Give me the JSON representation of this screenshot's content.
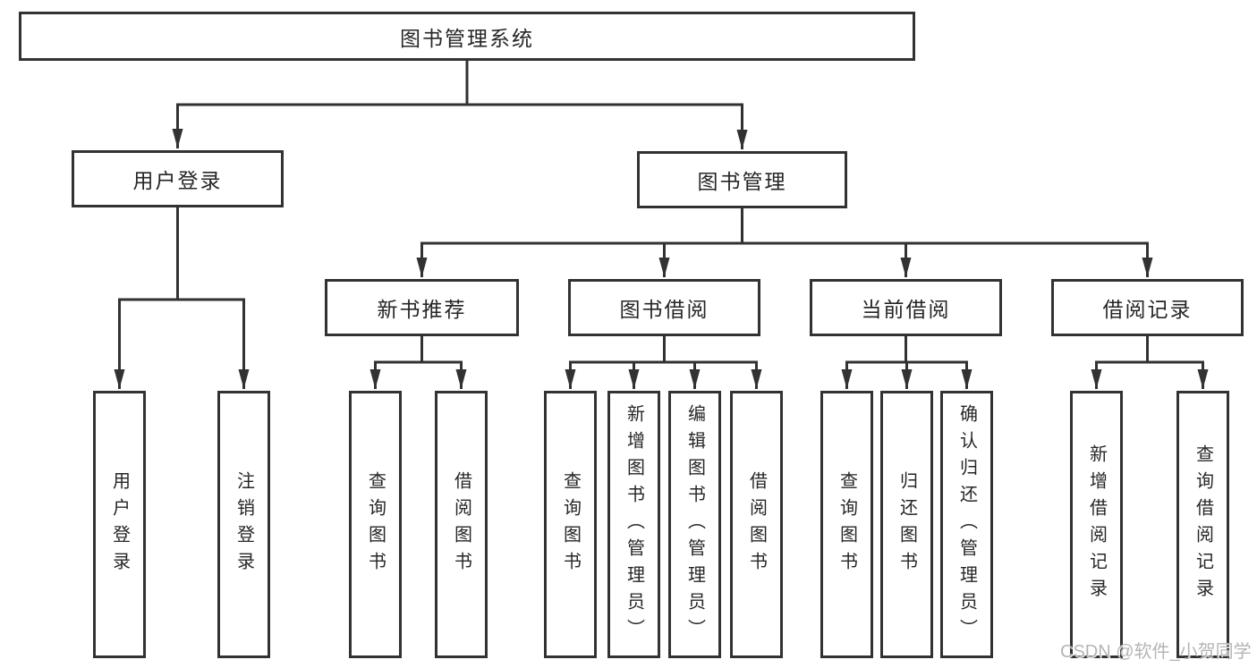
{
  "diagram": {
    "root": {
      "label": "图书管理系统"
    },
    "level2": {
      "user_login": {
        "label": "用户登录"
      },
      "book_management": {
        "label": "图书管理"
      }
    },
    "level3": {
      "new_book_recommend": {
        "label": "新书推荐"
      },
      "book_borrowing": {
        "label": "图书借阅"
      },
      "current_borrowing": {
        "label": "当前借阅"
      },
      "borrow_records": {
        "label": "借阅记录"
      }
    },
    "leaves": {
      "user_login": [
        "用户登录",
        "注销登录"
      ],
      "new_book_recommend": [
        "查询图书",
        "借阅图书"
      ],
      "book_borrowing": [
        "查询图书",
        "新增图书（管理员）",
        "编辑图书（管理员）",
        "借阅图书"
      ],
      "current_borrowing": [
        "查询图书",
        "归还图书",
        "确认归还（管理员）"
      ],
      "borrow_records": [
        "新增借阅记录",
        "查询借阅记录"
      ]
    }
  },
  "watermark": {
    "text": "CSDN @软件_小贺同学"
  },
  "colors": {
    "line": "#323232",
    "text": "#262626",
    "watermark": "#b5b5b5",
    "background": "#ffffff"
  }
}
